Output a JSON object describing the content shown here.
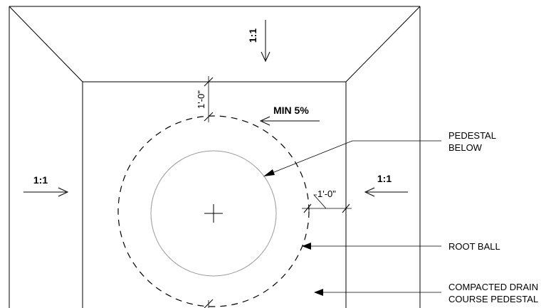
{
  "slopes": {
    "top": "1:1",
    "left": "1:1",
    "right": "1:1"
  },
  "grade": "MIN 5%",
  "dimensions": {
    "top_clearance": "1'-0\"",
    "side_clearance": "1'-0\""
  },
  "callouts": {
    "pedestal": [
      "PEDESTAL",
      "BELOW"
    ],
    "root_ball": "ROOT BALL",
    "drain": [
      "COMPACTED DRAIN",
      "COURSE PEDESTAL"
    ]
  }
}
